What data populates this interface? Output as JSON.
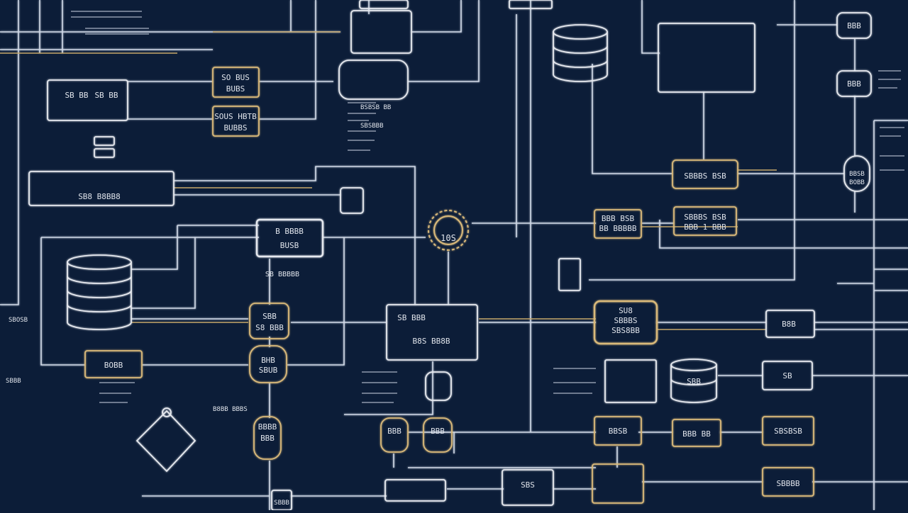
{
  "theme": {
    "background": "#0c1d38",
    "wire": "#cfd8e6",
    "wire_accent": "#c8a96a",
    "box_stroke": "#e6e9ef",
    "box_gold": "#d9b97a",
    "label": "#dfe3ea"
  },
  "labels": {
    "top_box_1": "SO BUS",
    "top_box_2": "BUBS",
    "mid_box_1": "SOUS HBTB",
    "mid_box_2": "BUBBS",
    "left_panel": "SB BB",
    "left_panel_2": "SB BB",
    "long_panel": "SB8 B8BB8",
    "switch": "B BBBB",
    "switch_2": "BUSB",
    "center_chip": "10S",
    "center_box_1": "SB BBB",
    "center_box_2": "B8S BB8B",
    "right_box_1": "BBB BSB",
    "right_box_2": "SBBBS BSB",
    "right_box_3": "BB BBBBB",
    "right_box_4": "BBB 1 BBB",
    "gold_box_1": "SU8",
    "gold_box_2": "SBBBS",
    "gold_box_3": "SBS8BB",
    "node_1": "SBB",
    "node_2": "S8 BBB",
    "node_3": "BHB",
    "node_4": "SBUB",
    "node_5": "BOBB",
    "node_6": "BBB",
    "pill_1": "BBBB",
    "pill_2": "BBB",
    "pill_3": "BBB",
    "small_1": "B8B",
    "small_2": "SB",
    "small_3": "SBB",
    "small_4": "BBSB",
    "small_5": "SBS",
    "far_right_1": "BBB",
    "far_right_2": "BBB",
    "far_right_3": "BBSB",
    "far_right_4": "BOBB",
    "bottom_box": "SBBB",
    "bottom_box_2": "BBB BB",
    "bottom_box_3": "SBSBSB",
    "red_box": "SBBBB",
    "left_margin": "SBOSB",
    "left_margin_2": "SBBB",
    "stack_label": "SB BBBBB",
    "caption_a": "BSBSB BB",
    "caption_b": "SBSBBB",
    "caption_c": "B8BB BBBS"
  }
}
